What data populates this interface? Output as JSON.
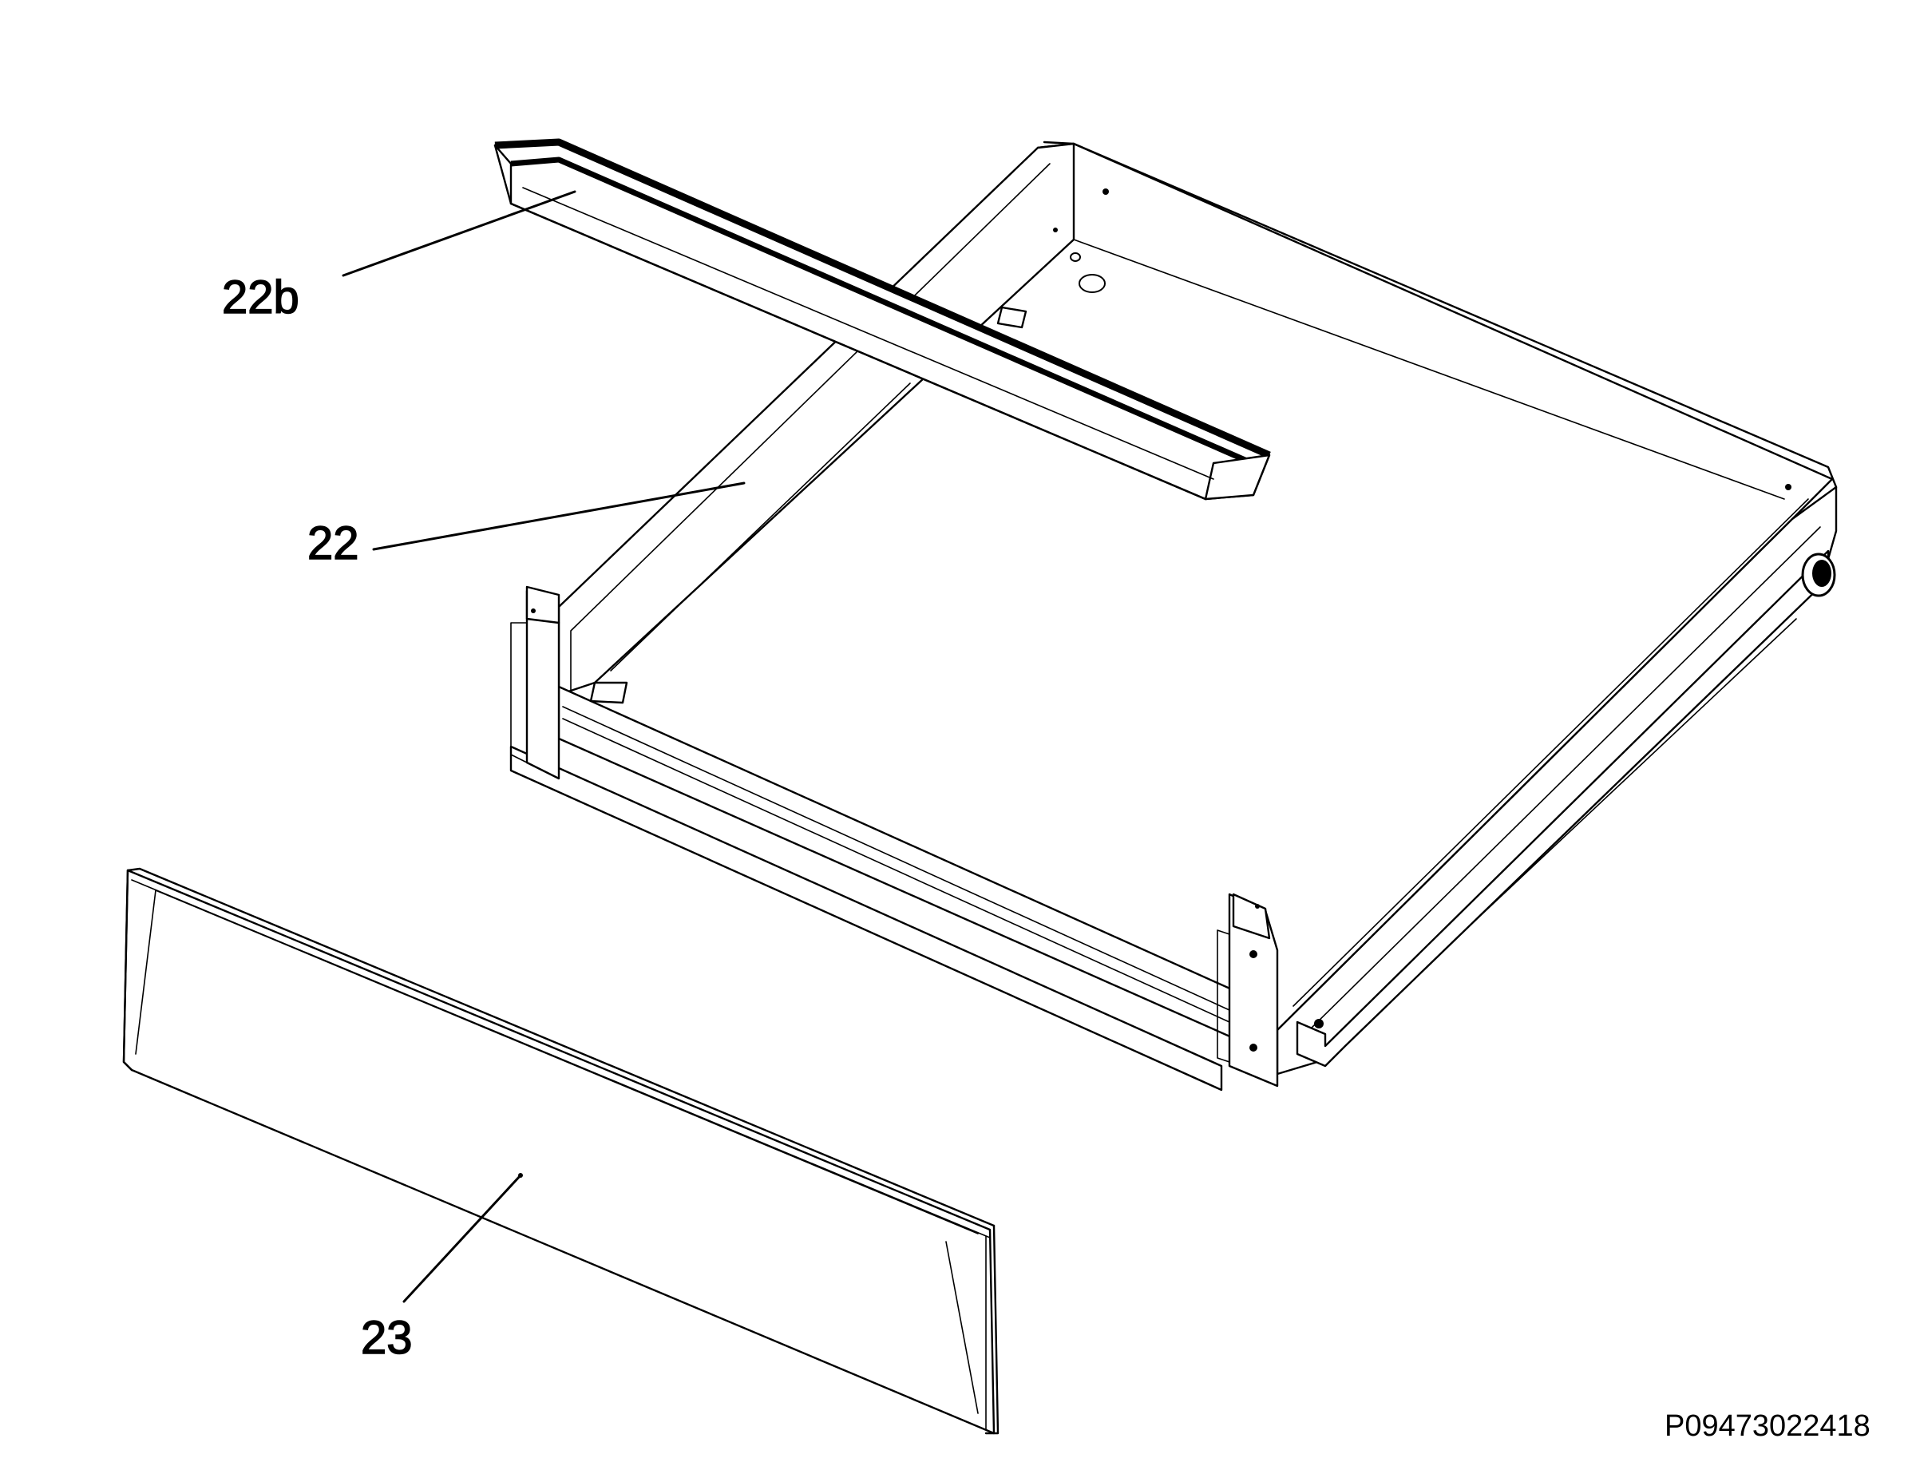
{
  "labels": {
    "part_22b": "22b",
    "part_22": "22",
    "part_23": "23"
  },
  "reference_code": "P09473022418",
  "colors": {
    "line": "#000000",
    "background": "#ffffff"
  }
}
